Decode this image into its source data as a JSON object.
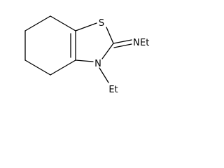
{
  "molecule": {
    "atom_labels": {
      "sulfur": "S",
      "imine_nitrogen": "N",
      "imine_ethyl": "Et",
      "ring_nitrogen": "N",
      "ring_nitrogen_ethyl": "Et"
    }
  }
}
